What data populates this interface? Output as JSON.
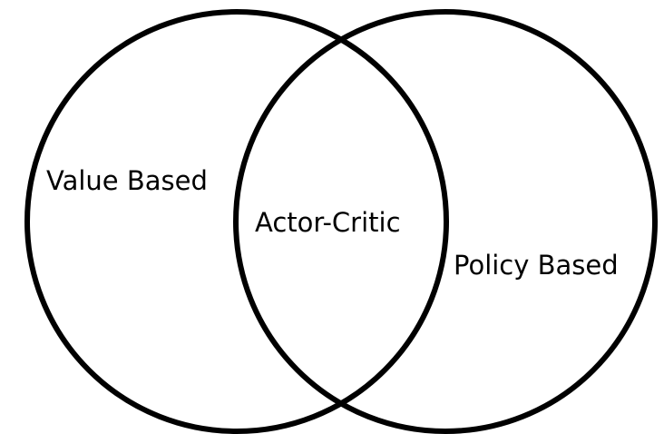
{
  "diagram": {
    "type": "venn",
    "sets": [
      {
        "label": "Value Based"
      },
      {
        "label": "Policy Based"
      }
    ],
    "intersection": {
      "label": "Actor-Critic"
    },
    "stroke_color": "#000000",
    "background_color": "#ffffff"
  }
}
